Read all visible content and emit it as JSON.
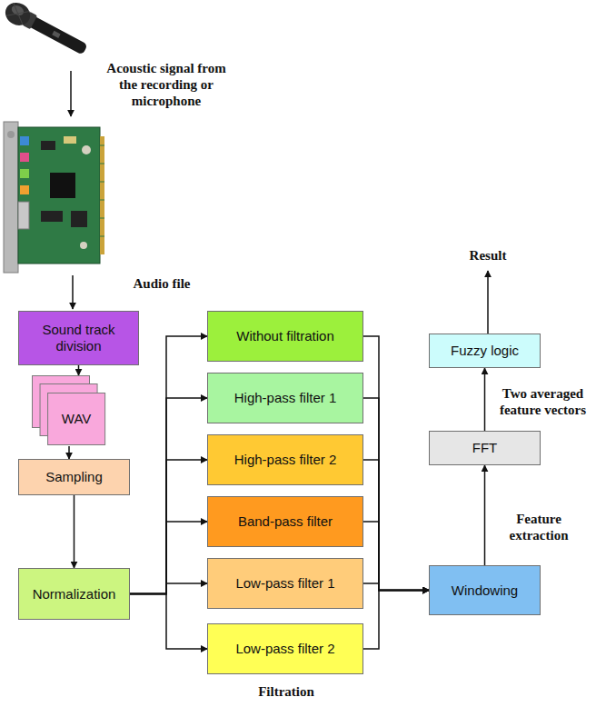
{
  "diagram": {
    "nodes": [
      {
        "text": [
          "Sound track division"
        ]
      },
      {
        "text": [
          "WAV"
        ]
      },
      {
        "text": [
          "Sampling"
        ]
      },
      {
        "text": [
          "Normalization"
        ]
      },
      {
        "text": [
          "Without filtration"
        ]
      },
      {
        "text": [
          "High-pass filter 1"
        ]
      },
      {
        "text": [
          "High-pass filter 2"
        ]
      },
      {
        "text": [
          "Band-pass filter"
        ]
      },
      {
        "text": [
          "Low-pass filter 1"
        ]
      },
      {
        "text": [
          "Low-pass filter 2"
        ]
      },
      {
        "text": [
          "Windowing"
        ]
      },
      {
        "text": [
          "FFT"
        ]
      },
      {
        "text": [
          "Fuzzy logic"
        ]
      }
    ],
    "edges": [
      {
        "from": 0,
        "to": 1,
        "arrow": "to"
      },
      {
        "from": 1,
        "to": 2,
        "arrow": "to"
      },
      {
        "from": 2,
        "to": 3,
        "arrow": "to"
      },
      {
        "from": 3,
        "to": 4,
        "arrow": "to"
      },
      {
        "from": 3,
        "to": 5,
        "arrow": "to"
      },
      {
        "from": 3,
        "to": 6,
        "arrow": "to"
      },
      {
        "from": 3,
        "to": 7,
        "arrow": "to"
      },
      {
        "from": 3,
        "to": 8,
        "arrow": "to"
      },
      {
        "from": 3,
        "to": 9,
        "arrow": "to"
      },
      {
        "from": 4,
        "to": 10,
        "arrow": "to"
      },
      {
        "from": 5,
        "to": 10,
        "arrow": "to"
      },
      {
        "from": 6,
        "to": 10,
        "arrow": "to"
      },
      {
        "from": 7,
        "to": 10,
        "arrow": "to"
      },
      {
        "from": 8,
        "to": 10,
        "arrow": "to"
      },
      {
        "from": 9,
        "to": 10,
        "arrow": "to"
      },
      {
        "from": 10,
        "to": 11,
        "label": "Feature extraction",
        "arrow": "to"
      },
      {
        "from": 11,
        "to": 12,
        "label": "Two averaged feature vectors",
        "arrow": "to"
      }
    ],
    "labels": [
      "Acoustic signal from the recording or microphone",
      "Audio file",
      "Result",
      "Filtration"
    ]
  }
}
